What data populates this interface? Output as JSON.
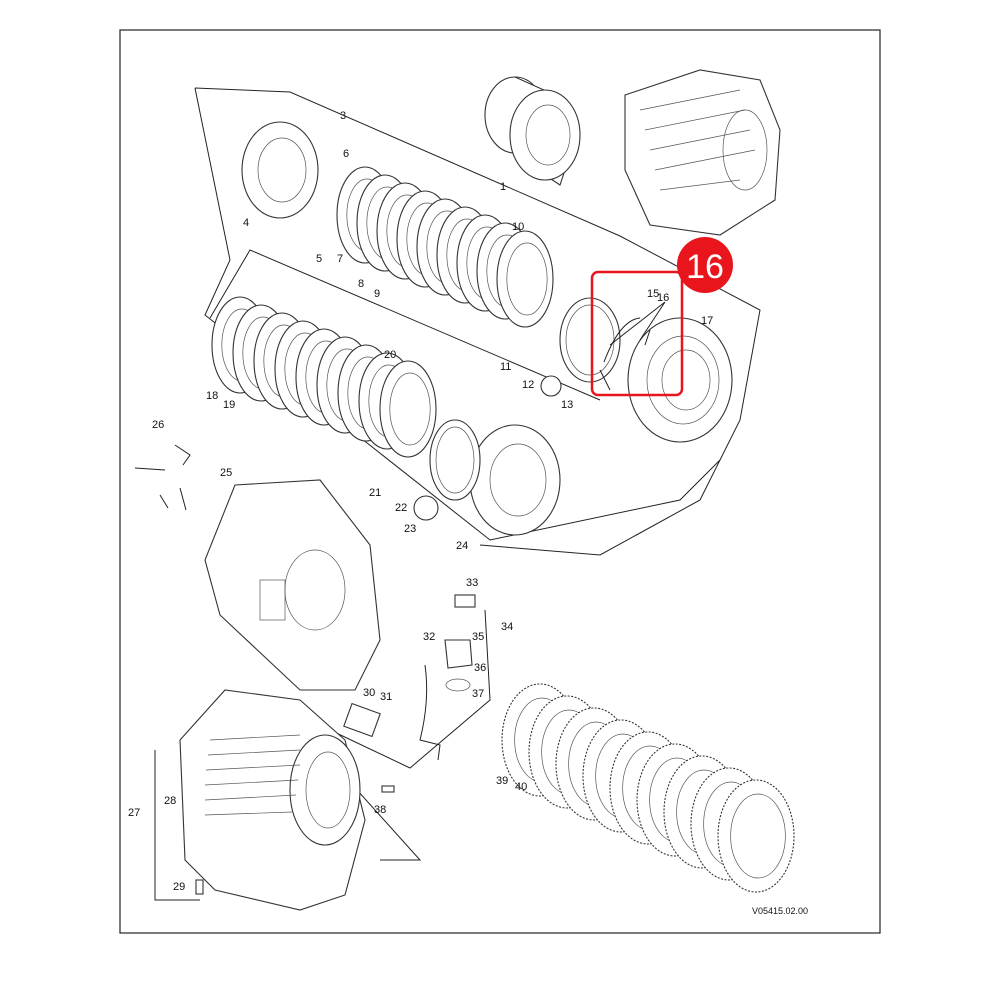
{
  "diagram": {
    "drawing_code": "V05415.02.00",
    "callout": {
      "label": "16",
      "color": "#e8161c"
    },
    "part_labels": [
      "1",
      "3",
      "4",
      "5",
      "6",
      "7",
      "8",
      "9",
      "10",
      "11",
      "12",
      "13",
      "15",
      "16",
      "17",
      "18",
      "19",
      "20",
      "21",
      "22",
      "23",
      "24",
      "25",
      "26",
      "27",
      "28",
      "29",
      "30",
      "31",
      "32",
      "33",
      "34",
      "35",
      "36",
      "37",
      "38",
      "39",
      "40"
    ]
  }
}
